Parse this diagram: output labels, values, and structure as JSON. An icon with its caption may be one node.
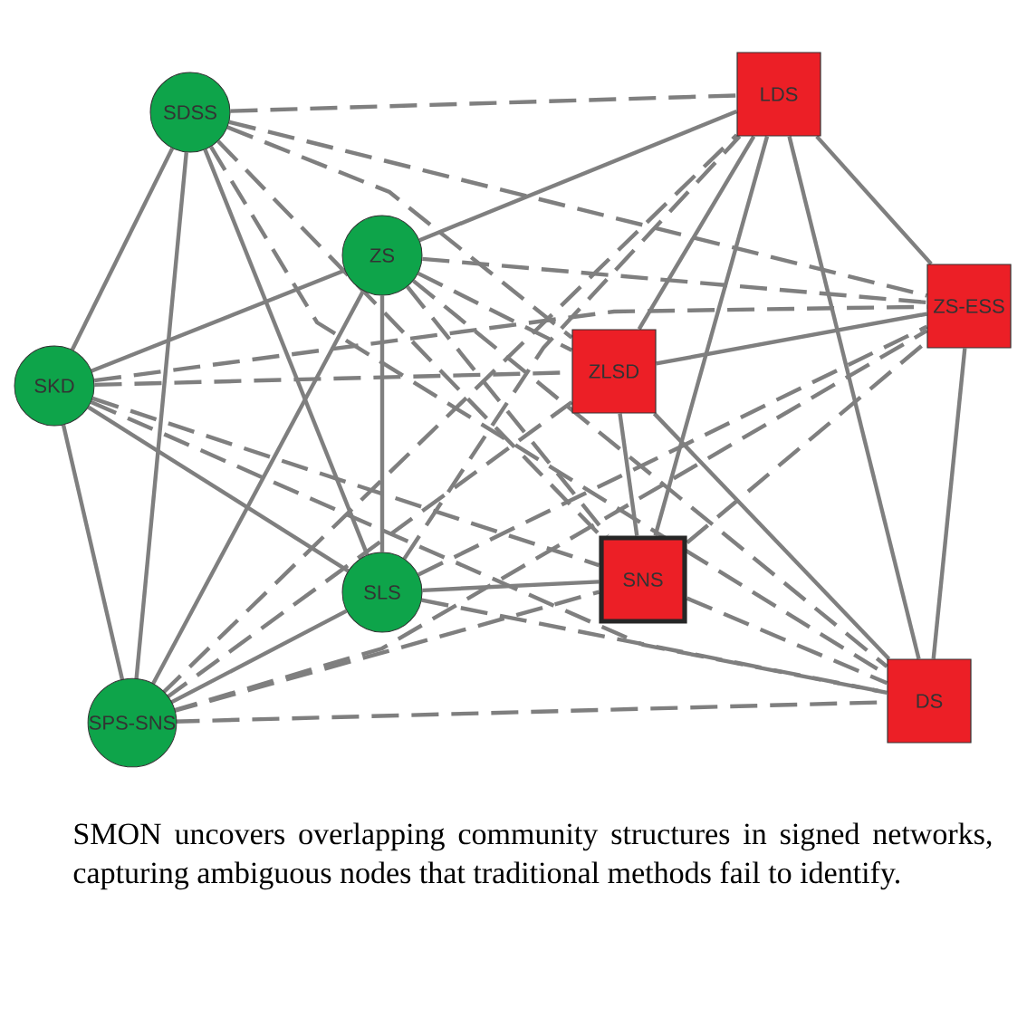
{
  "diagram": {
    "caption": "SMON uncovers overlapping community structures in signed networks, capturing ambiguous nodes that traditional methods fail to identify.",
    "nodes": [
      {
        "text": [
          "SDSS"
        ]
      },
      {
        "text": [
          "LDS"
        ]
      },
      {
        "text": [
          "ZS"
        ]
      },
      {
        "text": [
          "ZS-ESS"
        ]
      },
      {
        "text": [
          "SKD"
        ]
      },
      {
        "text": [
          "ZLSD"
        ]
      },
      {
        "text": [
          "SLS"
        ]
      },
      {
        "text": [
          "SNS"
        ]
      },
      {
        "text": [
          "SPS-SNS"
        ]
      },
      {
        "text": [
          "DS"
        ]
      }
    ],
    "edges": [
      {
        "from": 0,
        "to": 4,
        "arrow": "none"
      },
      {
        "from": 0,
        "to": 8,
        "arrow": "none"
      },
      {
        "from": 0,
        "to": 6,
        "arrow": "none"
      },
      {
        "from": 0,
        "to": 1,
        "arrow": "none",
        "style": "dashed"
      },
      {
        "from": 0,
        "to": 3,
        "arrow": "none",
        "style": "dashed"
      },
      {
        "from": 0,
        "to": 5,
        "arrow": "none",
        "style": "dashed"
      },
      {
        "from": 0,
        "to": 7,
        "arrow": "none",
        "style": "dashed"
      },
      {
        "from": 0,
        "to": 9,
        "arrow": "none",
        "style": "dashed"
      },
      {
        "from": 2,
        "to": 4,
        "arrow": "none"
      },
      {
        "from": 2,
        "to": 1,
        "arrow": "none"
      },
      {
        "from": 2,
        "to": 6,
        "arrow": "none"
      },
      {
        "from": 2,
        "to": 8,
        "arrow": "none"
      },
      {
        "from": 2,
        "to": 3,
        "arrow": "none",
        "style": "dashed"
      },
      {
        "from": 2,
        "to": 5,
        "arrow": "none",
        "style": "dashed"
      },
      {
        "from": 2,
        "to": 7,
        "arrow": "none",
        "style": "dashed"
      },
      {
        "from": 2,
        "to": 9,
        "arrow": "none",
        "style": "dashed"
      },
      {
        "from": 4,
        "to": 8,
        "arrow": "none"
      },
      {
        "from": 4,
        "to": 6,
        "arrow": "none"
      },
      {
        "from": 4,
        "to": 5,
        "arrow": "none",
        "style": "dashed"
      },
      {
        "from": 4,
        "to": 3,
        "arrow": "none",
        "style": "dashed"
      },
      {
        "from": 4,
        "to": 7,
        "arrow": "none",
        "style": "dashed"
      },
      {
        "from": 4,
        "to": 9,
        "arrow": "none",
        "style": "dashed"
      },
      {
        "from": 1,
        "to": 3,
        "arrow": "none"
      },
      {
        "from": 1,
        "to": 5,
        "arrow": "none"
      },
      {
        "from": 1,
        "to": 7,
        "arrow": "none"
      },
      {
        "from": 1,
        "to": 9,
        "arrow": "none"
      },
      {
        "from": 3,
        "to": 5,
        "arrow": "none"
      },
      {
        "from": 3,
        "to": 9,
        "arrow": "none"
      },
      {
        "from": 5,
        "to": 7,
        "arrow": "none"
      },
      {
        "from": 5,
        "to": 9,
        "arrow": "none"
      },
      {
        "from": 6,
        "to": 8,
        "arrow": "none"
      },
      {
        "from": 6,
        "to": 7,
        "arrow": "none"
      },
      {
        "from": 6,
        "to": 1,
        "arrow": "none",
        "style": "dashed"
      },
      {
        "from": 6,
        "to": 3,
        "arrow": "none",
        "style": "dashed"
      },
      {
        "from": 6,
        "to": 9,
        "arrow": "none",
        "style": "dashed"
      },
      {
        "from": 8,
        "to": 1,
        "arrow": "none",
        "style": "dashed"
      },
      {
        "from": 8,
        "to": 5,
        "arrow": "none",
        "style": "dashed"
      },
      {
        "from": 8,
        "to": 3,
        "arrow": "none",
        "style": "dashed"
      },
      {
        "from": 8,
        "to": 7,
        "arrow": "none",
        "style": "dashed"
      },
      {
        "from": 8,
        "to": 9,
        "arrow": "none",
        "style": "dashed"
      },
      {
        "from": 7,
        "to": 3,
        "arrow": "none",
        "style": "dashed"
      },
      {
        "from": 7,
        "to": 9,
        "arrow": "none",
        "style": "dashed"
      }
    ]
  }
}
